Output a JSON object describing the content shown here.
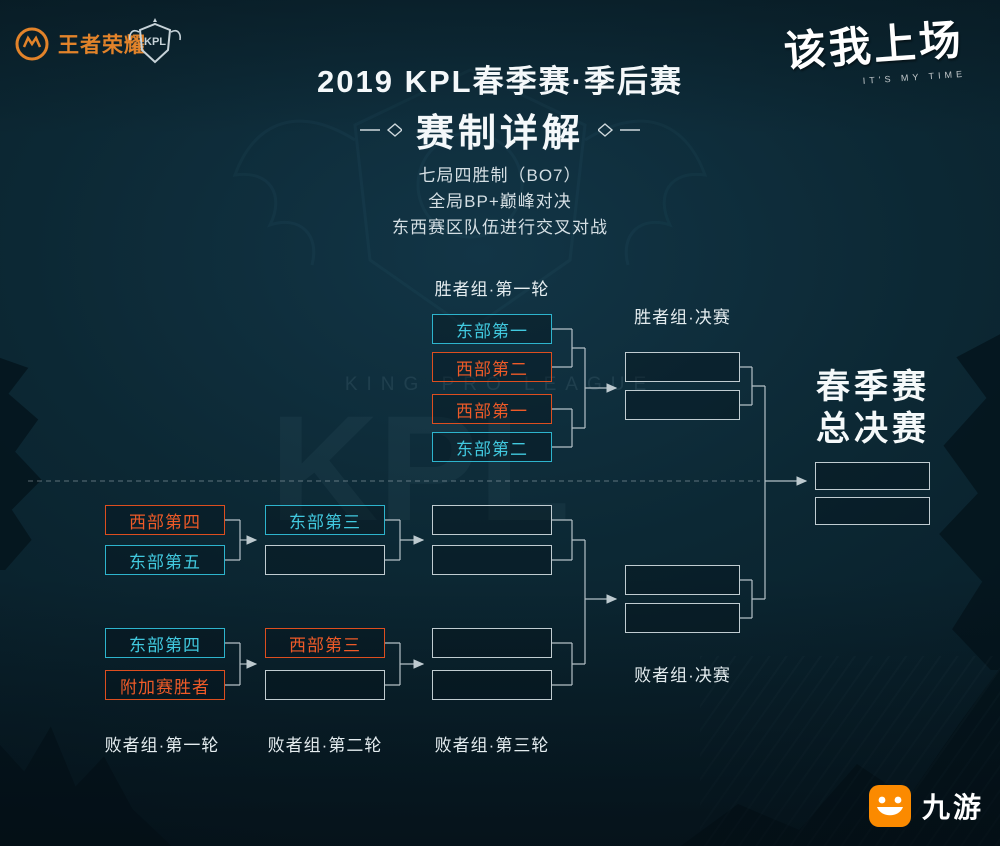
{
  "header": {
    "brand_primary": "王者荣耀",
    "brand_secondary": "KPL",
    "slogan": "该我上场",
    "slogan_sub": "IT'S MY TIME"
  },
  "title": {
    "line1": "2019 KPL春季赛·季后赛",
    "line2": "赛制详解"
  },
  "rules": {
    "line1": "七局四胜制（BO7）",
    "line2": "全局BP+巅峰对决",
    "line3": "东西赛区队伍进行交叉对战"
  },
  "watermark": {
    "text": "KING PRO LEAGUE",
    "monogram": "KPL"
  },
  "bracket": {
    "winners_round1": {
      "label": "胜者组·第一轮",
      "teams": [
        {
          "name": "东部第一",
          "region": "east"
        },
        {
          "name": "西部第二",
          "region": "west"
        },
        {
          "name": "西部第一",
          "region": "west"
        },
        {
          "name": "东部第二",
          "region": "east"
        }
      ]
    },
    "winners_final": {
      "label": "胜者组·决赛"
    },
    "grand_final": {
      "line1": "春季赛",
      "line2": "总决赛"
    },
    "losers_round1": {
      "label": "败者组·第一轮",
      "teams": [
        {
          "name": "西部第四",
          "region": "west"
        },
        {
          "name": "东部第五",
          "region": "east"
        },
        {
          "name": "东部第四",
          "region": "east"
        },
        {
          "name": "附加赛胜者",
          "region": "west"
        }
      ]
    },
    "losers_round2": {
      "label": "败者组·第二轮",
      "teams": [
        {
          "name": "东部第三",
          "region": "east"
        },
        {
          "name": "西部第三",
          "region": "west"
        }
      ]
    },
    "losers_round3": {
      "label": "败者组·第三轮"
    },
    "losers_final": {
      "label": "败者组·决赛"
    }
  },
  "footer": {
    "platform": "九游"
  },
  "colors": {
    "east": "#41c9df",
    "west": "#ee5a28",
    "background": "#0c2834",
    "empty_border": "#d0dbe0",
    "platform_orange": "#fb8a00"
  }
}
